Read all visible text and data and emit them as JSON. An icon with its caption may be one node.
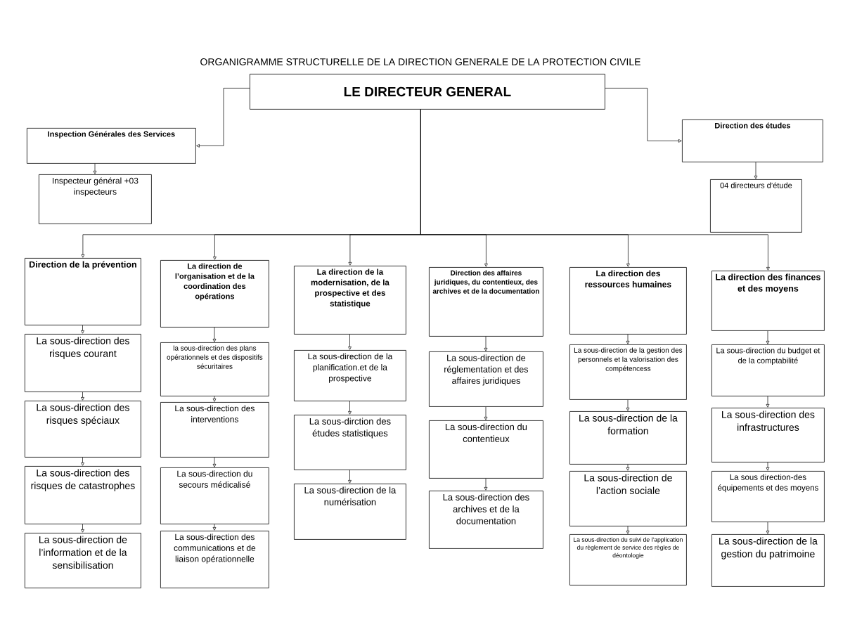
{
  "diagram": {
    "title": "ORGANIGRAMME STRUCTURELLE DE LA DIRECTION GENERALE DE LA PROTECTION CIVILE",
    "nodes": [
      {
        "text": [
          "LE DIRECTEUR GENERAL"
        ]
      },
      {
        "text": [
          "Inspection Générales des Services"
        ]
      },
      {
        "text": [
          "Inspecteur général +03 inspecteurs"
        ]
      },
      {
        "text": [
          "Direction des études"
        ]
      },
      {
        "text": [
          "04 directeurs d’étude"
        ]
      },
      {
        "text": [
          "Direction de la prévention"
        ]
      },
      {
        "text": [
          "La sous-direction des risques courant"
        ]
      },
      {
        "text": [
          "La sous-direction des risques spéciaux"
        ]
      },
      {
        "text": [
          "La sous-direction des risques de catastrophes"
        ]
      },
      {
        "text": [
          "La sous-direction de l’information et de la sensibilisation"
        ]
      },
      {
        "text": [
          "La direction de l’organisation et de la coordination des opérations"
        ]
      },
      {
        "text": [
          "la sous-direction des plans opérationnels et des dispositifs sécuritaires"
        ]
      },
      {
        "text": [
          "La sous-direction des interventions"
        ]
      },
      {
        "text": [
          "La sous-direction du secours médicalisé"
        ]
      },
      {
        "text": [
          "La sous-direction des communications et de liaison opérationnelle"
        ]
      },
      {
        "text": [
          "La direction de la modernisation, de la prospective et des statistique"
        ]
      },
      {
        "text": [
          "La sous-direction de la planification.et de la prospective"
        ]
      },
      {
        "text": [
          "La sous-dirction des études statistiques"
        ]
      },
      {
        "text": [
          "La sous-direction de la numérisation"
        ]
      },
      {
        "text": [
          "Direction des affaires juridiques, du contentieux, des archives et de la documentation"
        ]
      },
      {
        "text": [
          "La sous-direction de réglementation et des affaires juridiques"
        ]
      },
      {
        "text": [
          "La sous-direction du contentieux"
        ]
      },
      {
        "text": [
          "La sous-direction des archives et de la documentation"
        ]
      },
      {
        "text": [
          "La direction des ressources humaines"
        ]
      },
      {
        "text": [
          "La sous-direction de la gestion des personnels et la valorisation des compétencess"
        ]
      },
      {
        "text": [
          "La sous-direction de la formation"
        ]
      },
      {
        "text": [
          "La sous-direction de l’action sociale"
        ]
      },
      {
        "text": [
          "La sous-direction du suivi de l’application du règlement de service des règles de déontologie"
        ]
      },
      {
        "text": [
          "La direction des finances et des moyens"
        ]
      },
      {
        "text": [
          "La sous-direction du budget et de la comptabilité"
        ]
      },
      {
        "text": [
          "La sous-direction des infrastructures"
        ]
      },
      {
        "text": [
          "La sous direction-des équipements et des moyens"
        ]
      },
      {
        "text": [
          "La sous-direction de la gestion du patrimoine"
        ]
      }
    ],
    "edges": [
      {
        "from": 0,
        "to": 1,
        "arrow": "to"
      },
      {
        "from": 0,
        "to": 3,
        "arrow": "to"
      },
      {
        "from": 1,
        "to": 2,
        "arrow": "to"
      },
      {
        "from": 3,
        "to": 4,
        "arrow": "to"
      },
      {
        "from": 0,
        "to": 5,
        "arrow": "to"
      },
      {
        "from": 0,
        "to": 10,
        "arrow": "to"
      },
      {
        "from": 0,
        "to": 15,
        "arrow": "to"
      },
      {
        "from": 0,
        "to": 19,
        "arrow": "to"
      },
      {
        "from": 0,
        "to": 23,
        "arrow": "to"
      },
      {
        "from": 0,
        "to": 28,
        "arrow": "to"
      },
      {
        "from": 5,
        "to": 6,
        "arrow": "to"
      },
      {
        "from": 6,
        "to": 7,
        "arrow": "to"
      },
      {
        "from": 7,
        "to": 8,
        "arrow": "to"
      },
      {
        "from": 8,
        "to": 9,
        "arrow": "to"
      },
      {
        "from": 10,
        "to": 11,
        "arrow": "to"
      },
      {
        "from": 11,
        "to": 12,
        "arrow": "to"
      },
      {
        "from": 12,
        "to": 13,
        "arrow": "to"
      },
      {
        "from": 13,
        "to": 14,
        "arrow": "to"
      },
      {
        "from": 15,
        "to": 16,
        "arrow": "to"
      },
      {
        "from": 16,
        "to": 17,
        "arrow": "to"
      },
      {
        "from": 17,
        "to": 18,
        "arrow": "to"
      },
      {
        "from": 19,
        "to": 20,
        "arrow": "to"
      },
      {
        "from": 20,
        "to": 21,
        "arrow": "to"
      },
      {
        "from": 21,
        "to": 22,
        "arrow": "to"
      },
      {
        "from": 23,
        "to": 24,
        "arrow": "to"
      },
      {
        "from": 24,
        "to": 25,
        "arrow": "to"
      },
      {
        "from": 25,
        "to": 26,
        "arrow": "to"
      },
      {
        "from": 26,
        "to": 27,
        "arrow": "to"
      },
      {
        "from": 28,
        "to": 29,
        "arrow": "to"
      },
      {
        "from": 29,
        "to": 30,
        "arrow": "to"
      },
      {
        "from": 30,
        "to": 31,
        "arrow": "to"
      },
      {
        "from": 31,
        "to": 32,
        "arrow": "to"
      }
    ]
  }
}
